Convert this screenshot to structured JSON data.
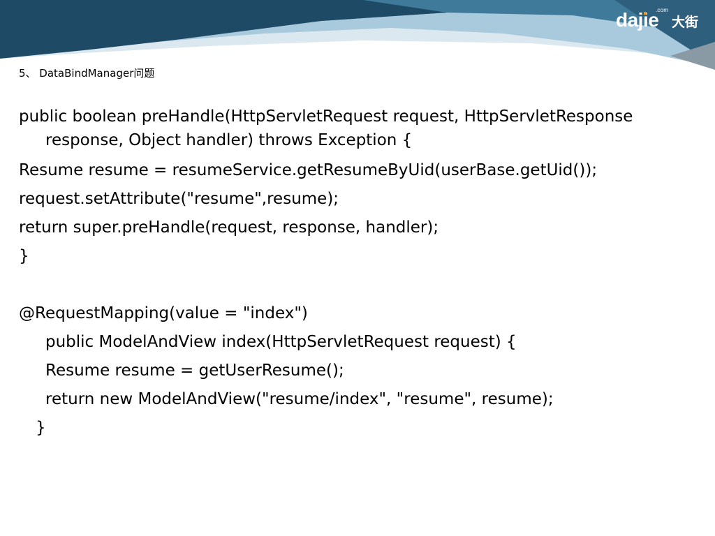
{
  "slide": {
    "section_title": "5、 DataBindManager问题",
    "logo": {
      "word": "dajie",
      "dotcom": ".com",
      "chinese": "大街"
    },
    "code_lines": [
      "public boolean preHandle(HttpServletRequest request, HttpServletResponse",
      "response, Object handler) throws Exception {",
      "Resume resume = resumeService.getResumeByUid(userBase.getUid());",
      "request.setAttribute(\"resume\",resume);",
      "return super.preHandle(request, response, handler);",
      "}",
      "@RequestMapping(value = \"index\")",
      "public ModelAndView index(HttpServletRequest request) {",
      "Resume resume = getUserResume();",
      "return new ModelAndView(\"resume/index\", \"resume\", resume);",
      "}"
    ]
  },
  "colors": {
    "banner_dark": "#1f4a66",
    "banner_mid": "#3f7a9a",
    "banner_light": "#a9c9dc",
    "banner_pale": "#dbe8f0",
    "logo_accent": "#f39a1e",
    "text": "#000000"
  }
}
